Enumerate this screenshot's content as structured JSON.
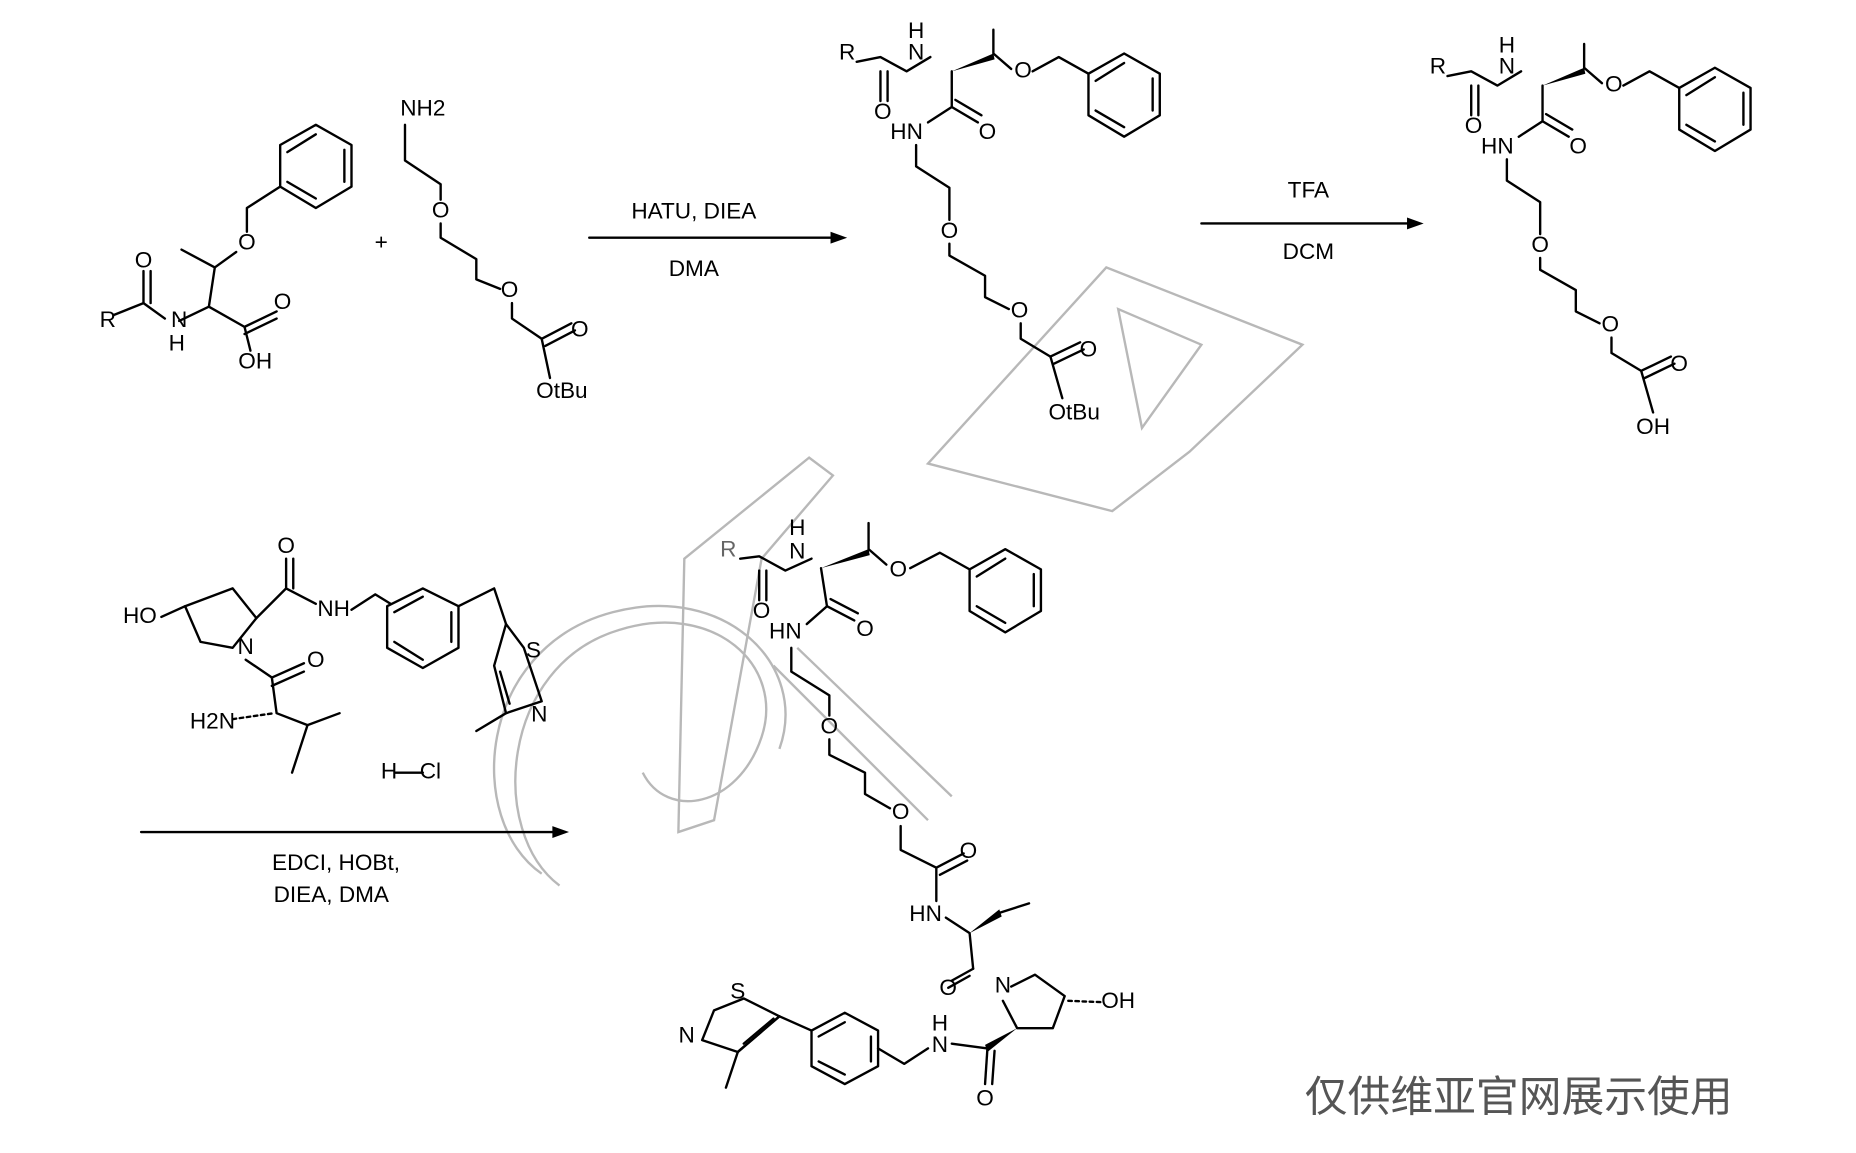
{
  "plus": "+",
  "step1": {
    "reagents_top": "HATU, DIEA",
    "reagents_bottom": "DMA"
  },
  "step2": {
    "reagents_top": "TFA",
    "reagents_bottom": "DCM"
  },
  "step3": {
    "reagents_top": "EDCI, HOBt,",
    "reagents_bottom": "DIEA, DMA"
  },
  "salt": "H—Cl",
  "watermark_text": "仅供维亚官网展示使用",
  "molecules": [
    {
      "name": "protected-threonine-acid",
      "atoms": [
        "O",
        "O",
        "R",
        "N",
        "H",
        "O",
        "OH"
      ]
    },
    {
      "name": "amino-peg-ester",
      "atoms": [
        "NH2",
        "O",
        "O",
        "O",
        "OtBu"
      ]
    },
    {
      "name": "coupled-ester",
      "atoms": [
        "R",
        "N",
        "H",
        "O",
        "O",
        "HN",
        "O",
        "O",
        "O",
        "O",
        "OtBu"
      ]
    },
    {
      "name": "coupled-acid",
      "atoms": [
        "R",
        "N",
        "H",
        "O",
        "O",
        "HN",
        "O",
        "O",
        "O",
        "O",
        "OH"
      ]
    },
    {
      "name": "vhl-ligand",
      "atoms": [
        "HO",
        "N",
        "O",
        "NH",
        "S",
        "N",
        "H2N",
        "O"
      ]
    },
    {
      "name": "final-product",
      "atoms": [
        "R",
        "N",
        "H",
        "O",
        "O",
        "HN",
        "O",
        "O",
        "O",
        "O",
        "HN",
        "O",
        "N",
        "OH",
        "N",
        "H",
        "O",
        "S",
        "N"
      ]
    }
  ]
}
